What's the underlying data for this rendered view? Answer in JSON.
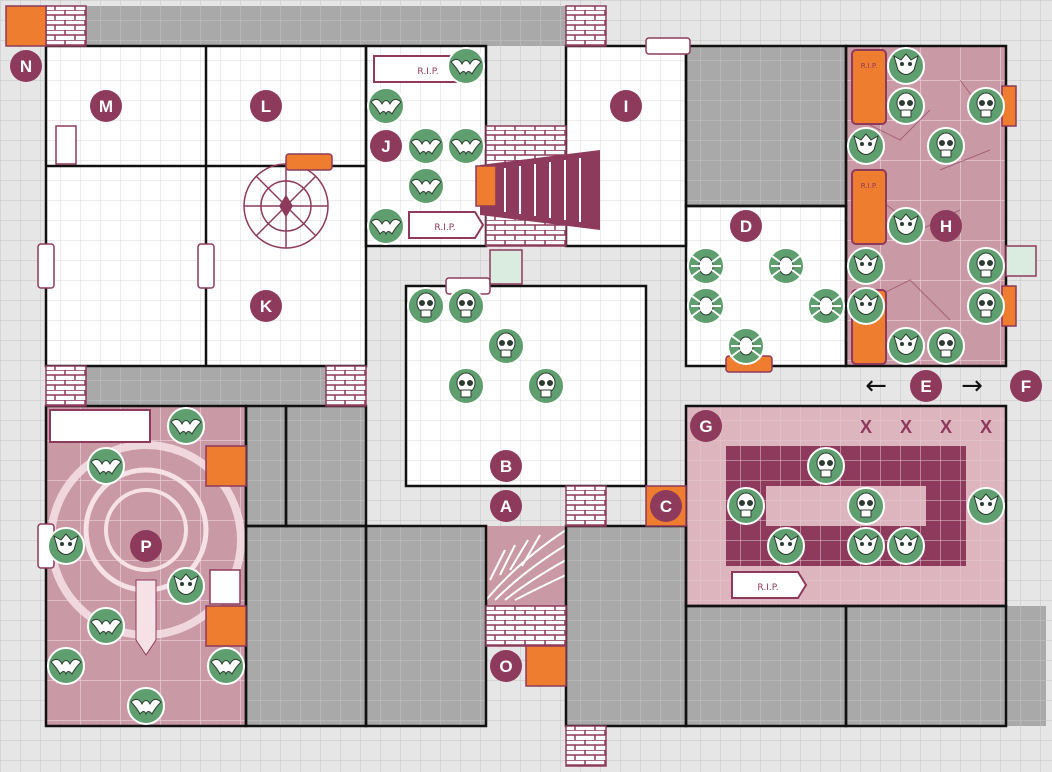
{
  "colors": {
    "background": "#e6e6e6",
    "grid": "#c4c4c4",
    "room_white": "#ffffff",
    "wall": "#111111",
    "unused": "#a9a9a9",
    "crypt_pink": "#c99aa5",
    "crypt_light": "#dcb5bf",
    "maroon": "#8e3a5c",
    "orange": "#ef7d2f",
    "monster_green": "#5f9e6e"
  },
  "room_labels": [
    {
      "id": "room-label-a",
      "text": "A"
    },
    {
      "id": "room-label-b",
      "text": "B"
    },
    {
      "id": "room-label-c",
      "text": "C"
    },
    {
      "id": "room-label-d",
      "text": "D"
    },
    {
      "id": "room-label-e",
      "text": "E"
    },
    {
      "id": "room-label-f",
      "text": "F"
    },
    {
      "id": "room-label-g",
      "text": "G"
    },
    {
      "id": "room-label-h",
      "text": "H"
    },
    {
      "id": "room-label-i",
      "text": "I"
    },
    {
      "id": "room-label-j",
      "text": "J"
    },
    {
      "id": "room-label-k",
      "text": "K"
    },
    {
      "id": "room-label-l",
      "text": "L"
    },
    {
      "id": "room-label-m",
      "text": "M"
    },
    {
      "id": "room-label-n",
      "text": "N"
    },
    {
      "id": "room-label-o",
      "text": "O"
    },
    {
      "id": "room-label-p",
      "text": "P"
    }
  ],
  "direction_arrows": {
    "left": "←",
    "right": "→"
  },
  "marked_squares": [
    "X",
    "X",
    "X",
    "X"
  ],
  "coffin_text": "R.I.P.",
  "monsters": [
    {
      "kind": "bat"
    },
    {
      "kind": "bat"
    },
    {
      "kind": "bat"
    },
    {
      "kind": "bat"
    },
    {
      "kind": "bat"
    },
    {
      "kind": "bat"
    },
    {
      "kind": "skull"
    },
    {
      "kind": "skull"
    },
    {
      "kind": "skull"
    },
    {
      "kind": "skull"
    },
    {
      "kind": "skull"
    },
    {
      "kind": "spider"
    },
    {
      "kind": "spider"
    },
    {
      "kind": "spider"
    },
    {
      "kind": "spider"
    },
    {
      "kind": "spider"
    },
    {
      "kind": "goblin"
    },
    {
      "kind": "skull"
    },
    {
      "kind": "skull"
    },
    {
      "kind": "goblin"
    },
    {
      "kind": "skull"
    },
    {
      "kind": "goblin"
    },
    {
      "kind": "goblin"
    },
    {
      "kind": "skull"
    },
    {
      "kind": "goblin"
    },
    {
      "kind": "skull"
    },
    {
      "kind": "goblin"
    },
    {
      "kind": "skull"
    },
    {
      "kind": "skull"
    },
    {
      "kind": "skull"
    },
    {
      "kind": "skull"
    },
    {
      "kind": "goblin"
    },
    {
      "kind": "goblin"
    },
    {
      "kind": "goblin"
    },
    {
      "kind": "goblin"
    },
    {
      "kind": "bat"
    },
    {
      "kind": "bat"
    },
    {
      "kind": "goblin"
    },
    {
      "kind": "goblin"
    },
    {
      "kind": "bat"
    },
    {
      "kind": "bat"
    },
    {
      "kind": "bat"
    },
    {
      "kind": "bat"
    }
  ]
}
